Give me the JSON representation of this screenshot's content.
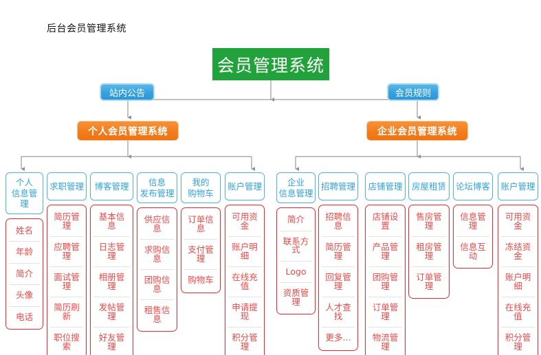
{
  "page": {
    "title": "后台会员管理系统"
  },
  "colors": {
    "root_green": "#22a23b",
    "pill_blue": "#2b95d8",
    "node_orange": "#ee7314",
    "header_blue": "#2fa3e0",
    "item_red": "#ed4846",
    "connector_gray": "#9a9a9a"
  },
  "chart_data": {
    "type": "diagram",
    "title": "后台会员管理系统",
    "root": "会员管理系统",
    "side_nodes": [
      "站内公告",
      "会员规则"
    ],
    "branches": [
      "个人会员管理系统",
      "企业会员管理系统"
    ]
  },
  "root_node": {
    "label": "会员管理系统"
  },
  "side_nodes": {
    "announcement": {
      "label": "站内公告"
    },
    "rules": {
      "label": "会员规则"
    }
  },
  "branches": {
    "personal": {
      "label": "个人会员管理系统"
    },
    "enterprise": {
      "label": "企业会员管理系统"
    }
  },
  "columns": [
    {
      "head": [
        "个人",
        "信息管理"
      ],
      "items": [
        "姓名",
        "年龄",
        "简介",
        "头像",
        "电话"
      ]
    },
    {
      "head": [
        "求职管理"
      ],
      "items": [
        "简历管理",
        "应聘管理",
        "面试管理",
        "简历刷新",
        "职位搜索"
      ]
    },
    {
      "head": [
        "博客管理"
      ],
      "items": [
        "基本信息",
        "日志管理",
        "相册管理",
        "发帖管理",
        "好友管理"
      ]
    },
    {
      "head": [
        "信息",
        "发布管理"
      ],
      "items": [
        "供应信息",
        "求购信息",
        "团购信息",
        "租售信息"
      ]
    },
    {
      "head": [
        "我的",
        "购物车"
      ],
      "items": [
        "订单信息",
        "支付管理",
        "购物车"
      ]
    },
    {
      "head": [
        "账户管理"
      ],
      "items": [
        "可用资金",
        "账户明细",
        "在线充值",
        "申请提现",
        "积分管理"
      ]
    },
    {
      "head": [
        "企业",
        "信息管理"
      ],
      "items": [
        "简介",
        "联系方式",
        "Logo",
        "资质管理"
      ]
    },
    {
      "head": [
        "招聘管理"
      ],
      "items": [
        "招聘信息",
        "简历管理",
        "回复管理",
        "人才查找",
        "更多..."
      ]
    },
    {
      "head": [
        "店铺管理"
      ],
      "items": [
        "店铺设置",
        "产品管理",
        "团购管理",
        "订单管理",
        "物流管理"
      ]
    },
    {
      "head": [
        "房屋租赁"
      ],
      "items": [
        "售房管理",
        "租房管理",
        "订单管理"
      ]
    },
    {
      "head": [
        "论坛博客"
      ],
      "items": [
        "信息管理",
        "信息互动"
      ]
    },
    {
      "head": [
        "账户管理"
      ],
      "items": [
        "可用资金",
        "冻结资金",
        "账户明细",
        "在线充值",
        "积分管理"
      ]
    }
  ]
}
